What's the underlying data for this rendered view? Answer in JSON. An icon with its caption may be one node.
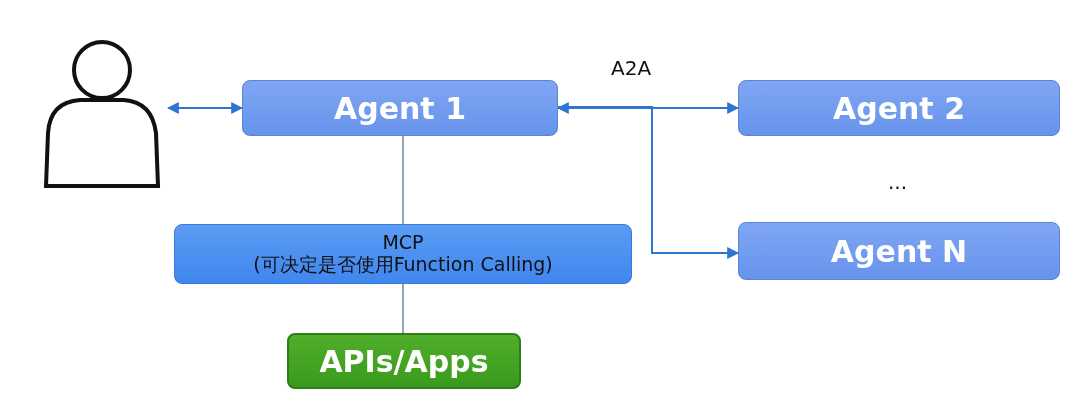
{
  "diagram": {
    "nodes": [
      {
        "text": [],
        "shape": "person"
      },
      {
        "text": [
          "Agent 1"
        ]
      },
      {
        "text": [
          "Agent 2"
        ]
      },
      {
        "text": [
          "Agent N"
        ]
      },
      {
        "text": [
          "MCP",
          "(可决定是否使用Function Calling)"
        ]
      },
      {
        "text": [
          "APIs/Apps"
        ]
      }
    ],
    "edges": [
      {
        "from": 0,
        "to": 1,
        "arrow": "both"
      },
      {
        "from": 1,
        "to": 2,
        "arrow": "both",
        "label": "A2A"
      },
      {
        "from": 1,
        "to": 3,
        "arrow": "to"
      },
      {
        "from": 1,
        "to": 4,
        "arrow": "none"
      },
      {
        "from": 4,
        "to": 5,
        "arrow": "none"
      }
    ],
    "labels": [
      "..."
    ]
  }
}
